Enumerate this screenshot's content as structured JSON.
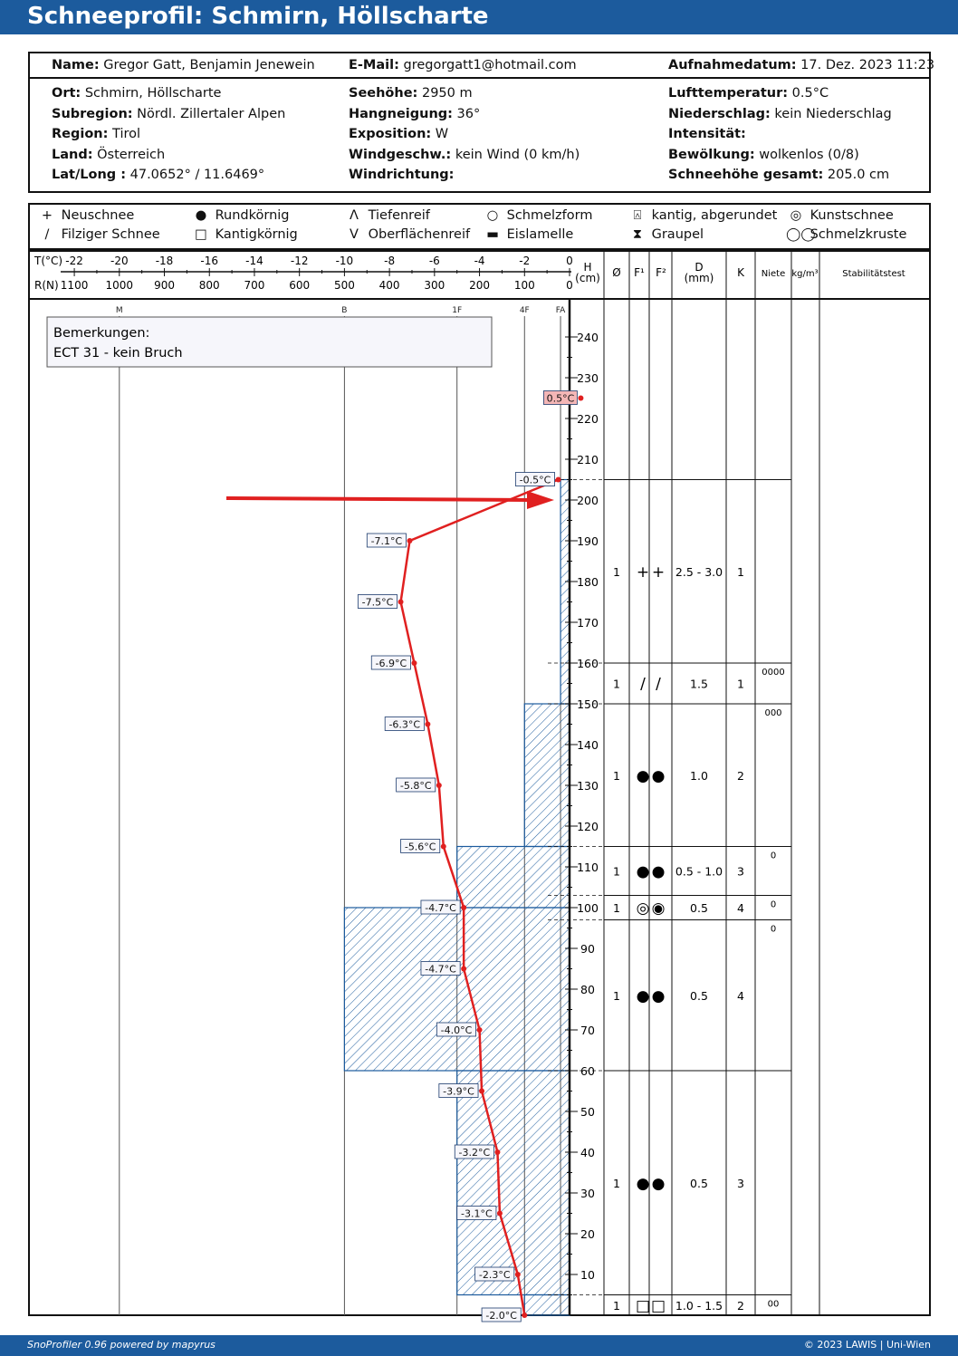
{
  "title": "Schneeprofil: Schmirn, Höllscharte",
  "header": {
    "name_label": "Name:",
    "name_value": "Gregor Gatt, Benjamin Jenewein",
    "email_label": "E-Mail:",
    "email_value": "gregorgatt1@hotmail.com",
    "date_label": "Aufnahmedatum:",
    "date_value": "17. Dez. 2023 11:23",
    "col1": [
      {
        "label": "Ort:",
        "value": "Schmirn, Höllscharte"
      },
      {
        "label": "Subregion:",
        "value": "Nördl. Zillertaler Alpen"
      },
      {
        "label": "Region:",
        "value": "Tirol"
      },
      {
        "label": "Land:",
        "value": "Österreich"
      },
      {
        "label": "Lat/Long :",
        "value": "47.0652° / 11.6469°"
      }
    ],
    "col2": [
      {
        "label": "Seehöhe:",
        "value": "2950 m"
      },
      {
        "label": "Hangneigung:",
        "value": "36°"
      },
      {
        "label": "Exposition:",
        "value": "W"
      },
      {
        "label": "Windgeschw.:",
        "value": "kein Wind (0 km/h)"
      },
      {
        "label": "Windrichtung:",
        "value": ""
      }
    ],
    "col3": [
      {
        "label": "Lufttemperatur:",
        "value": "0.5°C"
      },
      {
        "label": "Niederschlag:",
        "value": "kein Niederschlag"
      },
      {
        "label": "Intensität:",
        "value": ""
      },
      {
        "label": "Bewölkung:",
        "value": "wolkenlos (0/8)"
      },
      {
        "label": "Schneehöhe gesamt:",
        "value": "205.0 cm"
      }
    ]
  },
  "legend": [
    {
      "symbol": "+",
      "icon": "plus-icon",
      "label": "Neuschnee"
    },
    {
      "symbol": "/",
      "icon": "slash-icon",
      "label": "Filziger Schnee"
    },
    {
      "symbol": "●",
      "icon": "filled-circle-icon",
      "label": "Rundkörnig"
    },
    {
      "symbol": "□",
      "icon": "square-icon",
      "label": "Kantigkörnig"
    },
    {
      "symbol": "Λ",
      "icon": "caret-up-icon",
      "label": "Tiefenreif"
    },
    {
      "symbol": "V",
      "icon": "v-icon",
      "label": "Oberflächenreif"
    },
    {
      "symbol": "○",
      "icon": "circle-icon",
      "label": "Schmelzform"
    },
    {
      "symbol": "▬",
      "icon": "bar-icon",
      "label": "Eislamelle"
    },
    {
      "symbol": "⍓",
      "icon": "rounded-square-icon",
      "label": "kantig, abgerundet"
    },
    {
      "symbol": "⧗",
      "icon": "graupel-icon",
      "label": "Graupel"
    },
    {
      "symbol": "◎",
      "icon": "double-circle-icon",
      "label": "Kunstschnee"
    },
    {
      "symbol": "◯◯",
      "icon": "melt-crust-icon",
      "label": "Schmelzkruste"
    }
  ],
  "axes": {
    "t_label": "T(°C)",
    "t_ticks": [
      "-22",
      "-20",
      "-18",
      "-16",
      "-14",
      "-12",
      "-10",
      "-8",
      "-6",
      "-4",
      "-2",
      "0"
    ],
    "r_label": "R(N)",
    "r_ticks": [
      "1100",
      "1000",
      "900",
      "800",
      "700",
      "600",
      "500",
      "400",
      "300",
      "200",
      "100",
      "0"
    ],
    "h_label": "H",
    "h_unit": "(cm)",
    "hardness_markers": [
      "M",
      "B",
      "1F",
      "4F",
      "FA"
    ],
    "h_ticks": [
      "240",
      "230",
      "220",
      "210",
      "200",
      "190",
      "180",
      "170",
      "160",
      "150",
      "140",
      "130",
      "120",
      "110",
      "100",
      "90",
      "80",
      "70",
      "60",
      "50",
      "40",
      "30",
      "20",
      "10"
    ]
  },
  "columns": {
    "diameter": "Ø",
    "f1": "F¹",
    "f2": "F²",
    "d": "D",
    "d_unit": "(mm)",
    "k": "K",
    "niete": "Niete",
    "density": "kg/m³",
    "stability": "Stabilitätstest"
  },
  "remarks": {
    "heading": "Bemerkungen:",
    "text": "ECT 31 - kein Bruch"
  },
  "chart_data": {
    "type": "line",
    "temperature_profile": {
      "units": "°C vs cm",
      "points": [
        {
          "h": 0,
          "t": -2.0,
          "label": "-2.0°C"
        },
        {
          "h": 10,
          "t": -2.3,
          "label": "-2.3°C"
        },
        {
          "h": 25,
          "t": -3.1,
          "label": "-3.1°C"
        },
        {
          "h": 40,
          "t": -3.2,
          "label": "-3.2°C"
        },
        {
          "h": 55,
          "t": -3.9,
          "label": "-3.9°C"
        },
        {
          "h": 70,
          "t": -4.0,
          "label": "-4.0°C"
        },
        {
          "h": 85,
          "t": -4.7,
          "label": "-4.7°C"
        },
        {
          "h": 100,
          "t": -4.7,
          "label": "-4.7°C"
        },
        {
          "h": 115,
          "t": -5.6,
          "label": "-5.6°C"
        },
        {
          "h": 130,
          "t": -5.8,
          "label": "-5.8°C"
        },
        {
          "h": 145,
          "t": -6.3,
          "label": "-6.3°C"
        },
        {
          "h": 160,
          "t": -6.9,
          "label": "-6.9°C"
        },
        {
          "h": 175,
          "t": -7.5,
          "label": "-7.5°C"
        },
        {
          "h": 190,
          "t": -7.1,
          "label": "-7.1°C"
        },
        {
          "h": 205,
          "t": -0.5,
          "label": "-0.5°C"
        }
      ],
      "air_temperature": {
        "h": 225,
        "t": 0.5,
        "label": "0.5°C"
      }
    },
    "hardness_profile": {
      "units": "R(N) vs cm",
      "layers": [
        {
          "from": 0,
          "to": 5,
          "r": 100
        },
        {
          "from": 5,
          "to": 60,
          "r": 250
        },
        {
          "from": 60,
          "to": 100,
          "r": 500
        },
        {
          "from": 100,
          "to": 115,
          "r": 250
        },
        {
          "from": 115,
          "to": 150,
          "r": 100
        },
        {
          "from": 150,
          "to": 205,
          "r": 20
        }
      ]
    },
    "layers_table": [
      {
        "from": 0,
        "to": 5,
        "diam": "1",
        "f1": "□",
        "f2": "□",
        "d": "1.0 - 1.5",
        "k": "2",
        "niete": "00"
      },
      {
        "from": 5,
        "to": 60,
        "diam": "1",
        "f1": "●",
        "f2": "●",
        "d": "0.5",
        "k": "3",
        "niete": ""
      },
      {
        "from": 60,
        "to": 97,
        "diam": "1",
        "f1": "●",
        "f2": "●",
        "d": "0.5",
        "k": "4",
        "niete": "0"
      },
      {
        "from": 97,
        "to": 103,
        "diam": "1",
        "f1": "◎",
        "f2": "◉",
        "d": "0.5",
        "k": "4",
        "niete": "0"
      },
      {
        "from": 103,
        "to": 115,
        "diam": "1",
        "f1": "●",
        "f2": "●",
        "d": "0.5 - 1.0",
        "k": "3",
        "niete": "0"
      },
      {
        "from": 115,
        "to": 150,
        "diam": "1",
        "f1": "●",
        "f2": "●",
        "d": "1.0",
        "k": "2",
        "niete": "000"
      },
      {
        "from": 150,
        "to": 160,
        "diam": "1",
        "f1": "/",
        "f2": "/",
        "d": "1.5",
        "k": "1",
        "niete": "0000"
      },
      {
        "from": 160,
        "to": 205,
        "diam": "1",
        "f1": "+",
        "f2": "+",
        "d": "2.5 - 3.0",
        "k": "1",
        "niete": ""
      }
    ],
    "annotation": {
      "type": "arrow",
      "points_to_h": 200
    },
    "xlim_t": [
      -22,
      0
    ],
    "xlim_r": [
      1100,
      0
    ],
    "ylim": [
      0,
      245
    ]
  },
  "footer": {
    "left": "SnoProfiler 0.96 powered by mapyrus",
    "right": "© 2023 LAWIS | Uni-Wien"
  }
}
